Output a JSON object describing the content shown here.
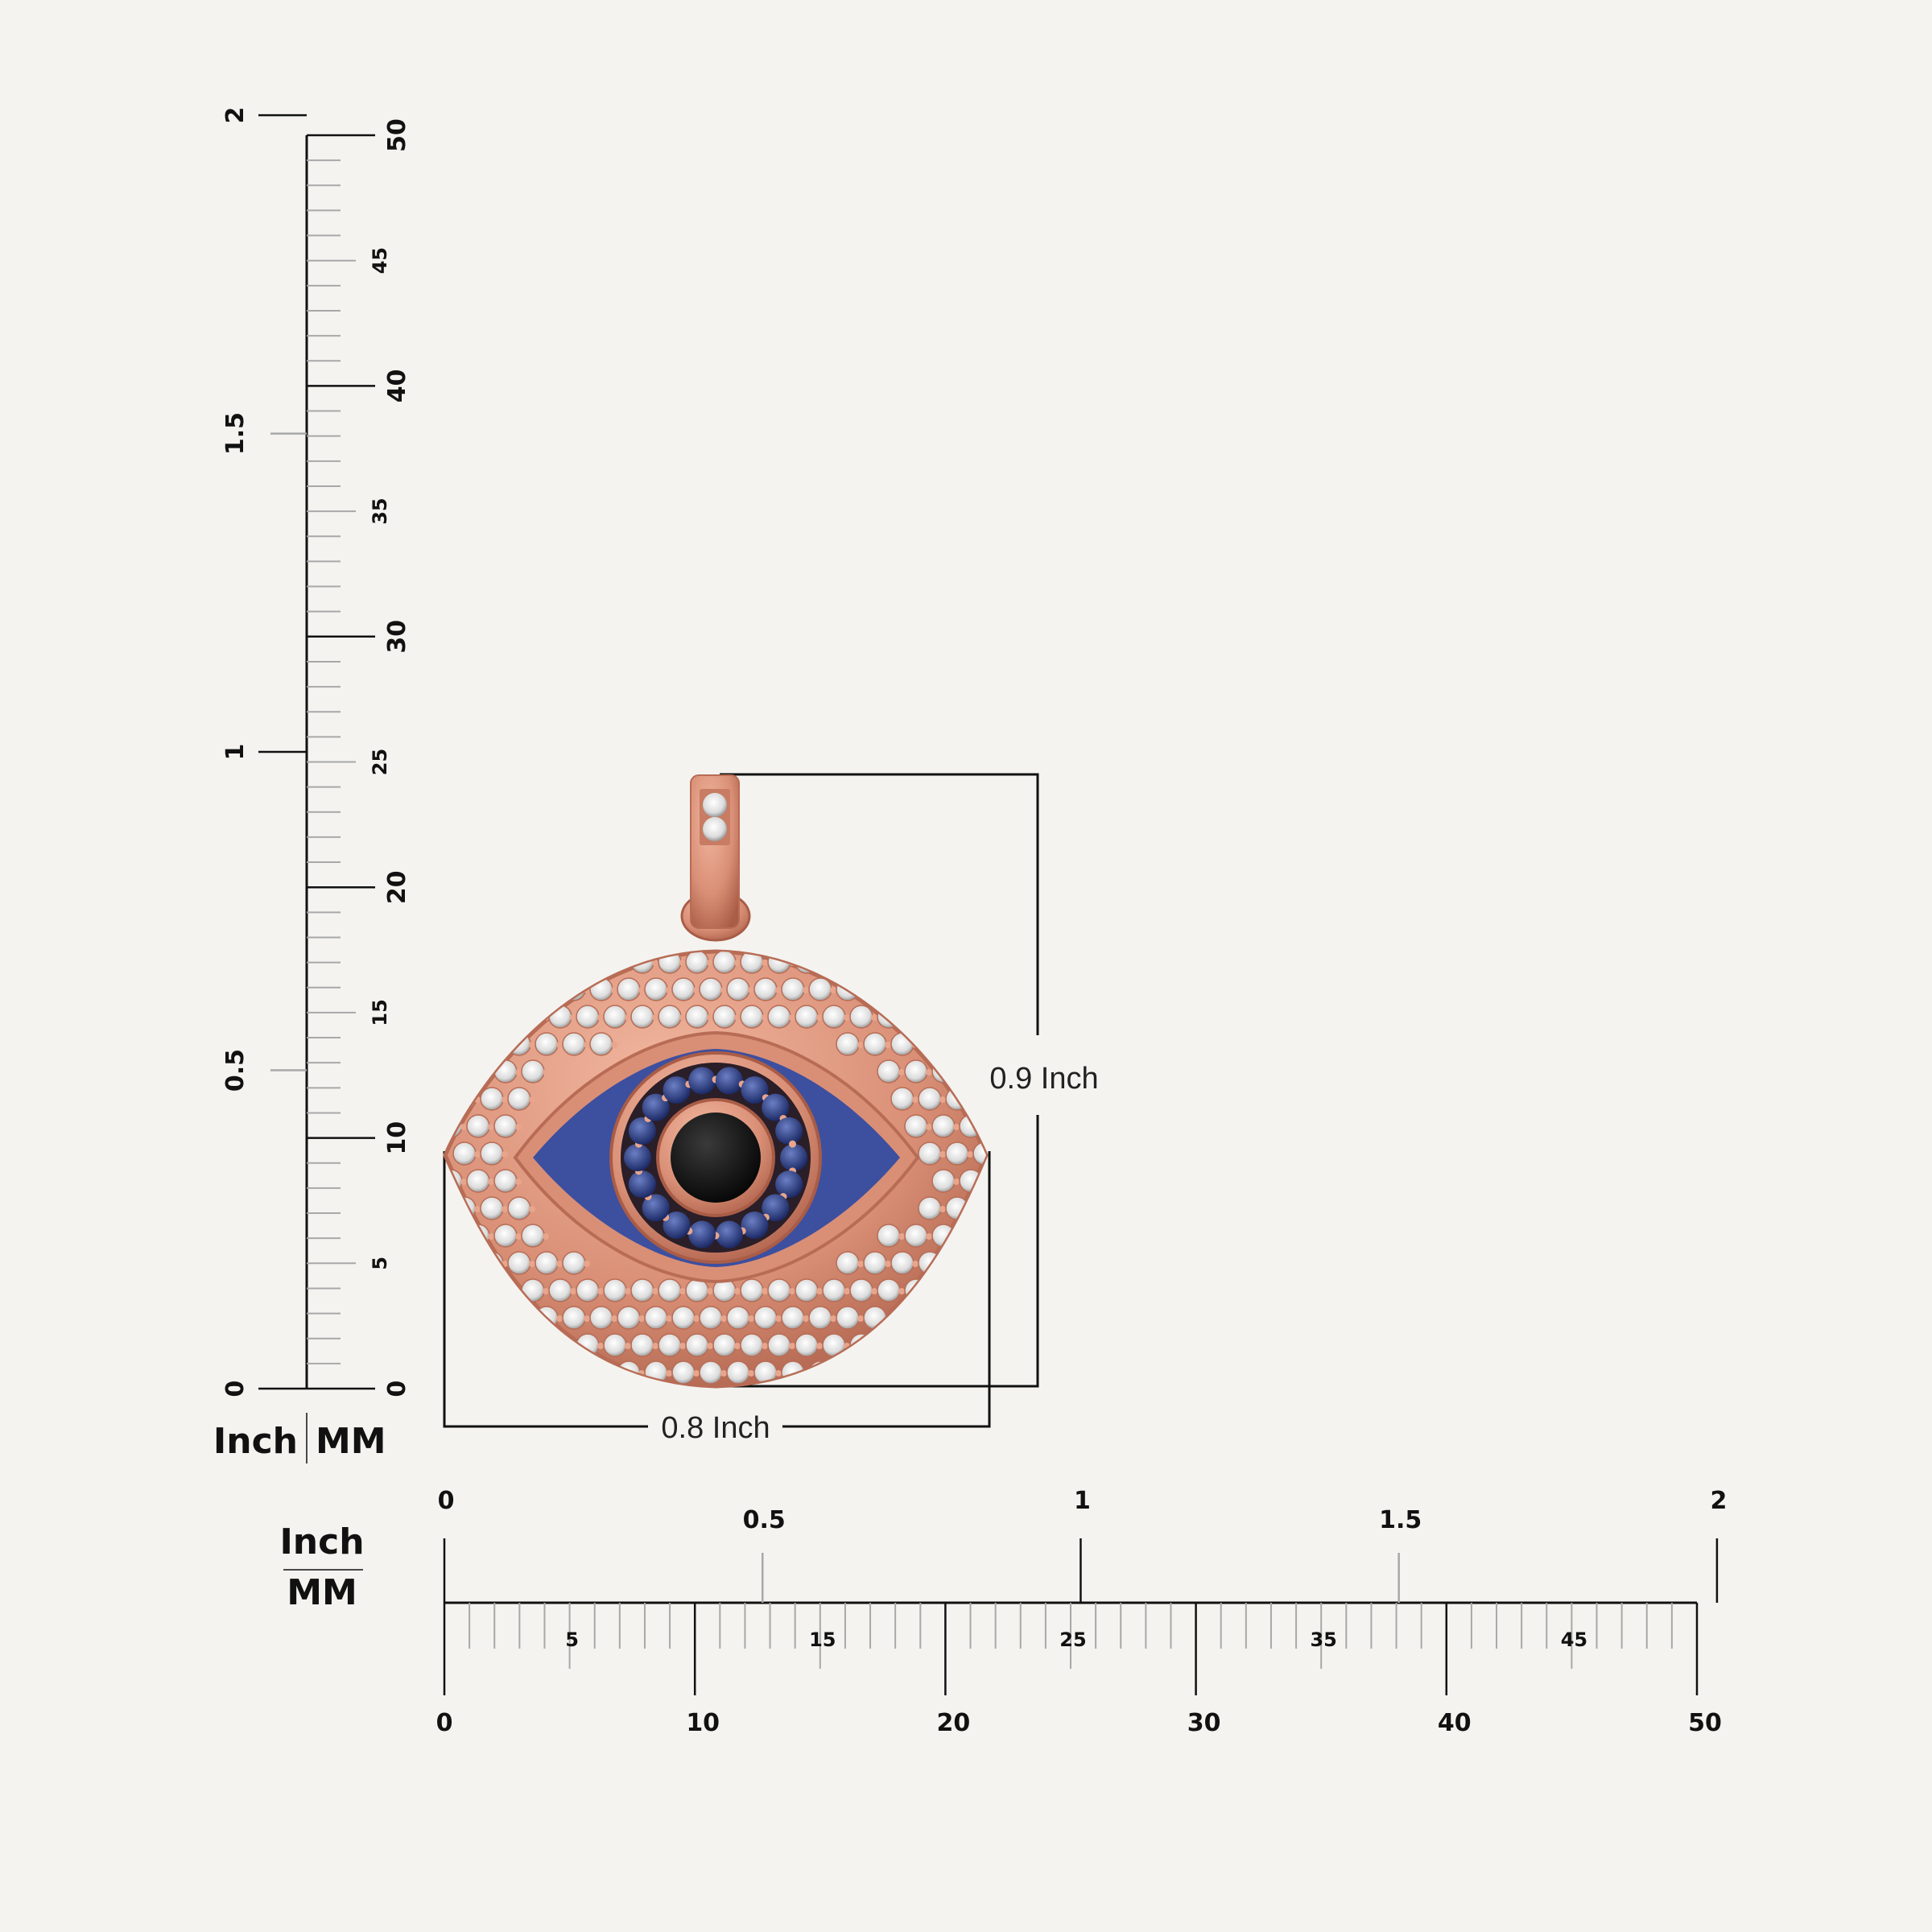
{
  "colors": {
    "background": "#f4f3f0",
    "major_tick": "#111111",
    "minor_tick": "#a8a8a8",
    "rose_gold": "#d98f76",
    "rose_gold_dark": "#b86c55",
    "enamel_blue": "#3d4f9f",
    "sapphire": "#2e3f80",
    "onyx": "#101010",
    "diamond": "#e9e9e9"
  },
  "vertical_ruler": {
    "unit_left": "Inch",
    "unit_right": "MM",
    "inch_labels": [
      "0",
      "0.5",
      "1",
      "1.5",
      "2"
    ],
    "mm_major_labels": [
      "0",
      "10",
      "20",
      "30",
      "40",
      "50"
    ],
    "mm_minor_labels": [
      "5",
      "15",
      "25",
      "35",
      "45"
    ]
  },
  "horizontal_ruler": {
    "unit_top": "Inch",
    "unit_bottom": "MM",
    "inch_labels": [
      "0",
      "0.5",
      "1",
      "1.5",
      "2"
    ],
    "mm_major_labels": [
      "0",
      "10",
      "20",
      "30",
      "40",
      "50"
    ],
    "mm_minor_labels": [
      "5",
      "15",
      "25",
      "35",
      "45"
    ]
  },
  "dimensions": {
    "height_label": "0.9 Inch",
    "width_label": "0.8 Inch"
  },
  "product": {
    "name": "evil-eye-pendant"
  }
}
